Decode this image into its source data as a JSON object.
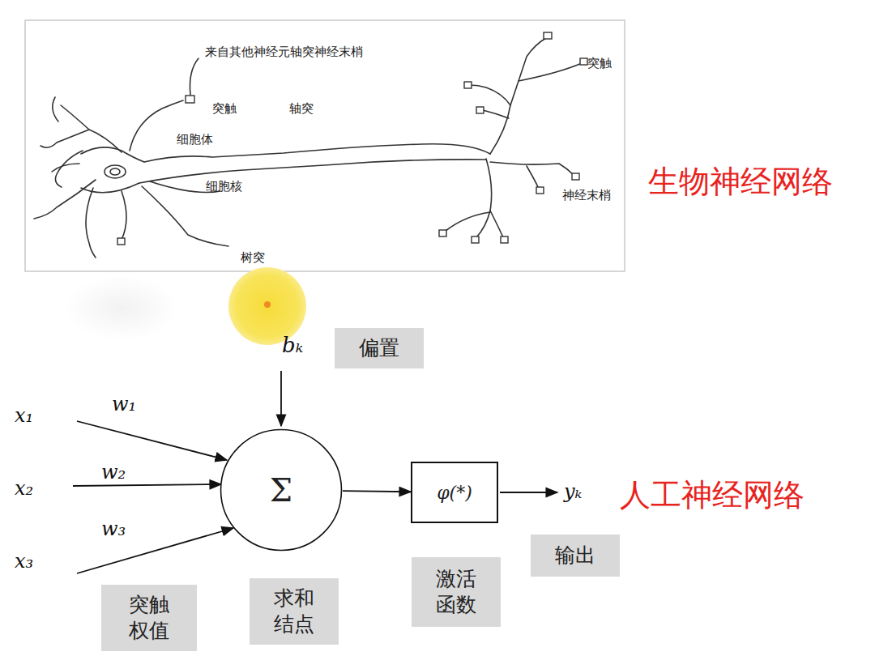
{
  "diagram": {
    "nodes": [
      {
        "text": [
          "偏置"
        ]
      },
      {
        "text": [
          "Σ"
        ]
      },
      {
        "text": [
          "φ(*)"
        ]
      },
      {
        "text": [
          "输出"
        ]
      },
      {
        "text": [
          "突触 权值"
        ]
      },
      {
        "text": [
          "求和 结点"
        ]
      },
      {
        "text": [
          "激活 函数"
        ]
      }
    ],
    "edges": [
      {
        "from": 1,
        "to": 2,
        "arrow": "to"
      }
    ],
    "labels": [
      "来自其他神经元轴突神经末梢",
      "突触",
      "突触",
      "轴突",
      "细胞体",
      "生物神经网络",
      "细胞核",
      "神经末梢",
      "树突",
      "bₖ",
      "w₁",
      "x₁",
      "w₂",
      "x₂",
      "人工神经网络",
      "yₖ",
      "w₃",
      "x₃"
    ]
  }
}
